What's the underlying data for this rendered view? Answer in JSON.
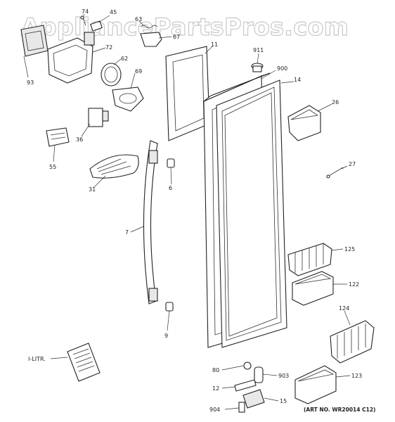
{
  "watermark": "AppliancePartsPros.com",
  "art_note": "(ART NO. WR20014 C12)",
  "literature_label": "I-LITR.",
  "callouts": [
    {
      "id": "c74",
      "text": "74"
    },
    {
      "id": "c45",
      "text": "45"
    },
    {
      "id": "c63",
      "text": "63"
    },
    {
      "id": "c67",
      "text": "67"
    },
    {
      "id": "c72",
      "text": "72"
    },
    {
      "id": "c62",
      "text": "62"
    },
    {
      "id": "c93",
      "text": "93"
    },
    {
      "id": "c69",
      "text": "69"
    },
    {
      "id": "c36",
      "text": "36"
    },
    {
      "id": "c55",
      "text": "55"
    },
    {
      "id": "c31",
      "text": "31"
    },
    {
      "id": "c6",
      "text": "6"
    },
    {
      "id": "c7",
      "text": "7"
    },
    {
      "id": "c9",
      "text": "9"
    },
    {
      "id": "c11",
      "text": "11"
    },
    {
      "id": "c911",
      "text": "911"
    },
    {
      "id": "c900",
      "text": "900"
    },
    {
      "id": "c14",
      "text": "14"
    },
    {
      "id": "c26",
      "text": "26"
    },
    {
      "id": "c27",
      "text": "27"
    },
    {
      "id": "c125",
      "text": "125"
    },
    {
      "id": "c122",
      "text": "122"
    },
    {
      "id": "c124",
      "text": "124"
    },
    {
      "id": "c123",
      "text": "123"
    },
    {
      "id": "c80",
      "text": "80"
    },
    {
      "id": "c903",
      "text": "903"
    },
    {
      "id": "c12",
      "text": "12"
    },
    {
      "id": "c15",
      "text": "15"
    },
    {
      "id": "c904",
      "text": "904"
    }
  ]
}
